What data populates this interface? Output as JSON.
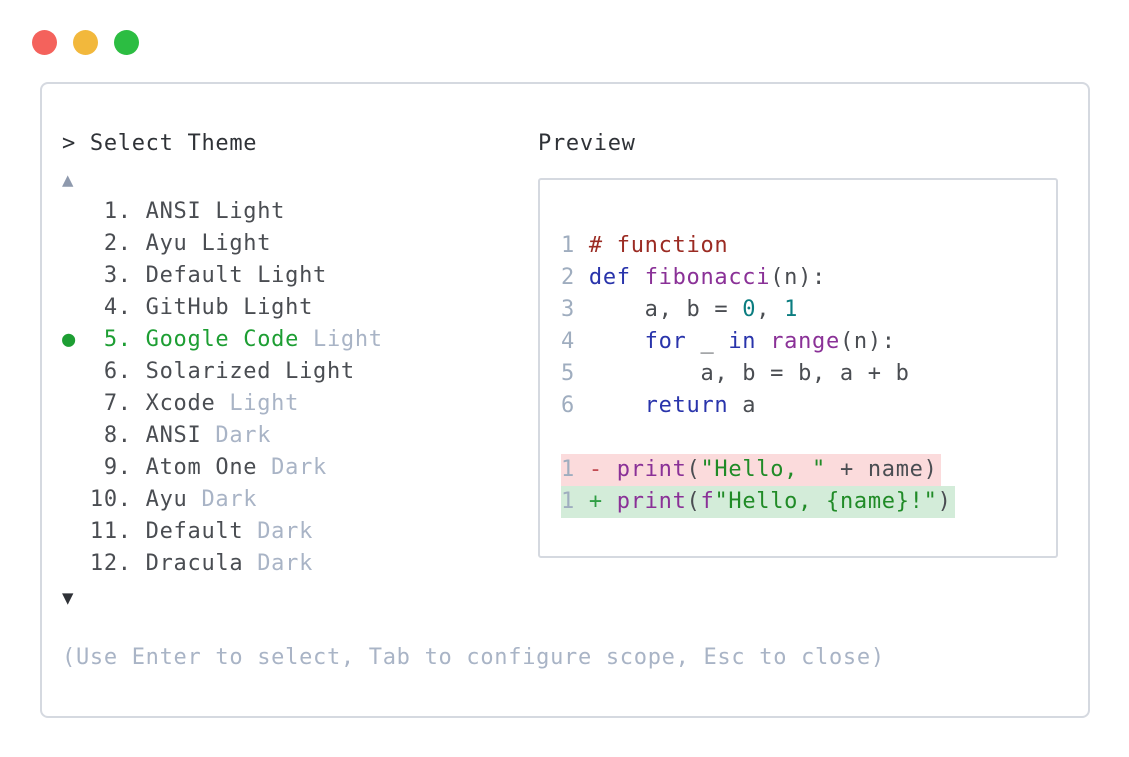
{
  "colors": {
    "traffic-red": "#f4625c",
    "traffic-yellow": "#f2b83c",
    "traffic-green": "#2cbd42",
    "border": "#d5d9e0",
    "text-dark": "#2f3237",
    "text-code": "#4a4d52",
    "text-muted": "#a9b4c6",
    "accent-selected": "#1d9e33",
    "arrow-muted": "#8e99ad",
    "lineno": "#9fadbf",
    "syn-comment": "#9b2b23",
    "syn-keyword": "#2934ab",
    "syn-function": "#8a3197",
    "syn-number": "#0b7d80",
    "syn-string": "#208b27",
    "diff-minus": "#c24b52",
    "diff-plus": "#2f9e44",
    "diff-removed-bg": "#fbdbdc",
    "diff-added-bg": "#d3ecd9"
  },
  "window": {
    "buttons": [
      "close",
      "minimize",
      "maximize"
    ]
  },
  "panel": {
    "prompt_marker": ">",
    "title": "Select Theme",
    "scroll_up": "▲",
    "scroll_down": "▼",
    "selected_bullet": "●",
    "hint": "(Use Enter to select, Tab to configure scope, Esc to close)"
  },
  "theme_list": [
    {
      "number": " 1.",
      "name": "ANSI Light",
      "muted": "",
      "selected": false
    },
    {
      "number": " 2.",
      "name": "Ayu Light",
      "muted": "",
      "selected": false
    },
    {
      "number": " 3.",
      "name": "Default Light",
      "muted": "",
      "selected": false
    },
    {
      "number": " 4.",
      "name": "GitHub Light",
      "muted": "",
      "selected": false
    },
    {
      "number": " 5.",
      "name": "Google Code",
      "muted": "Light",
      "selected": true
    },
    {
      "number": " 6.",
      "name": "Solarized Light",
      "muted": "",
      "selected": false
    },
    {
      "number": " 7.",
      "name": "Xcode",
      "muted": "Light",
      "selected": false
    },
    {
      "number": " 8.",
      "name": "ANSI",
      "muted": "Dark",
      "selected": false
    },
    {
      "number": " 9.",
      "name": "Atom One",
      "muted": "Dark",
      "selected": false
    },
    {
      "number": "10.",
      "name": "Ayu",
      "muted": "Dark",
      "selected": false
    },
    {
      "number": "11.",
      "name": "Default",
      "muted": "Dark",
      "selected": false
    },
    {
      "number": "12.",
      "name": "Dracula",
      "muted": "Dark",
      "selected": false
    }
  ],
  "preview": {
    "label": "Preview",
    "code_lines": [
      {
        "ln": "1",
        "segments": [
          {
            "text": "# function",
            "style": "comment"
          }
        ]
      },
      {
        "ln": "2",
        "segments": [
          {
            "text": "def",
            "style": "keyword"
          },
          {
            "text": " ",
            "style": "plain"
          },
          {
            "text": "fibonacci",
            "style": "function"
          },
          {
            "text": "(n):",
            "style": "plain"
          }
        ]
      },
      {
        "ln": "3",
        "segments": [
          {
            "text": "    a, b = ",
            "style": "plain"
          },
          {
            "text": "0",
            "style": "number"
          },
          {
            "text": ", ",
            "style": "plain"
          },
          {
            "text": "1",
            "style": "number"
          }
        ]
      },
      {
        "ln": "4",
        "segments": [
          {
            "text": "    ",
            "style": "plain"
          },
          {
            "text": "for",
            "style": "keyword"
          },
          {
            "text": " _ ",
            "style": "plain"
          },
          {
            "text": "in",
            "style": "keyword"
          },
          {
            "text": " ",
            "style": "plain"
          },
          {
            "text": "range",
            "style": "function"
          },
          {
            "text": "(n):",
            "style": "plain"
          }
        ]
      },
      {
        "ln": "5",
        "segments": [
          {
            "text": "        a, b = b, a + b",
            "style": "plain"
          }
        ]
      },
      {
        "ln": "6",
        "segments": [
          {
            "text": "    ",
            "style": "plain"
          },
          {
            "text": "return",
            "style": "keyword"
          },
          {
            "text": " a",
            "style": "plain"
          }
        ]
      }
    ],
    "diff_lines": [
      {
        "ln": "1",
        "kind": "removed",
        "segments": [
          {
            "text": " - ",
            "style": "diff-minus"
          },
          {
            "text": "print",
            "style": "function"
          },
          {
            "text": "(",
            "style": "plain"
          },
          {
            "text": "\"Hello, \"",
            "style": "string"
          },
          {
            "text": " + name)",
            "style": "plain"
          }
        ]
      },
      {
        "ln": "1",
        "kind": "added",
        "segments": [
          {
            "text": " + ",
            "style": "diff-plus"
          },
          {
            "text": "print",
            "style": "function"
          },
          {
            "text": "(",
            "style": "plain"
          },
          {
            "text": "f",
            "style": "function"
          },
          {
            "text": "\"Hello, {name}!\"",
            "style": "string"
          },
          {
            "text": ")",
            "style": "plain"
          }
        ]
      }
    ]
  }
}
